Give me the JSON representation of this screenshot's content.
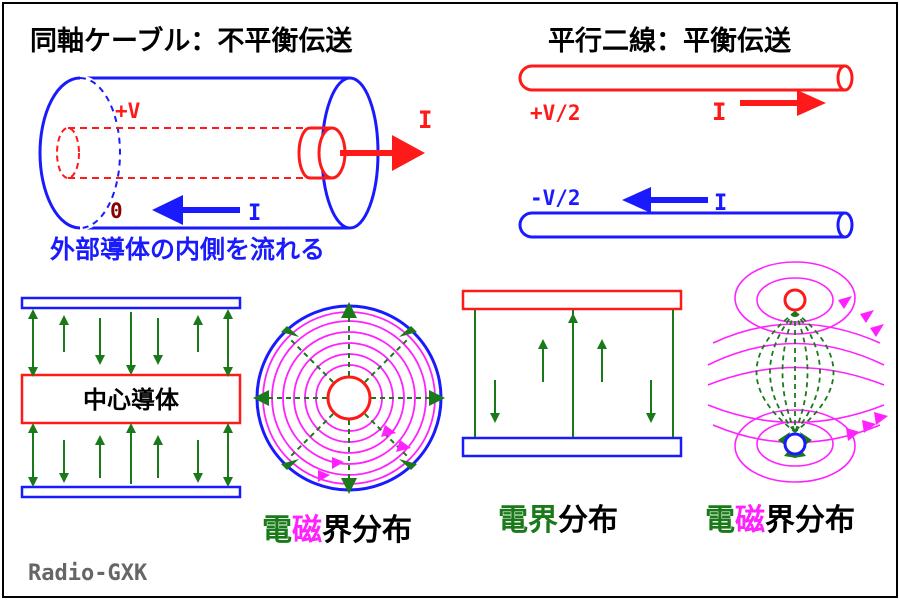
{
  "colors": {
    "blue": "#1a1aff",
    "red": "#ff1a1a",
    "green": "#1a7a1a",
    "magenta": "#ff22ff",
    "dark_red": "#8b0000",
    "gray": "#666666",
    "black": "#000000"
  },
  "panels": {
    "coax": {
      "title": "同軸ケーブル：不平衡伝送",
      "plus_v": "+V",
      "current_out": "I",
      "zero": "0",
      "current_back": "I",
      "note": "外部導体の内側を流れる"
    },
    "parallel": {
      "title": "平行二線：平衡伝送",
      "plus_half": "+V/2",
      "current_top": "I",
      "minus_half": "-V/2",
      "current_bottom": "I"
    },
    "center_conductor": {
      "label": "中心導体"
    },
    "captions": {
      "em_dist_1": {
        "den": "電",
        "ji": "磁",
        "rest": "界分布"
      },
      "e_dist": {
        "den": "電界",
        "rest": "分布"
      },
      "em_dist_2": {
        "den": "電",
        "ji": "磁",
        "rest": "界分布"
      }
    },
    "watermark": "Radio-GXK"
  }
}
